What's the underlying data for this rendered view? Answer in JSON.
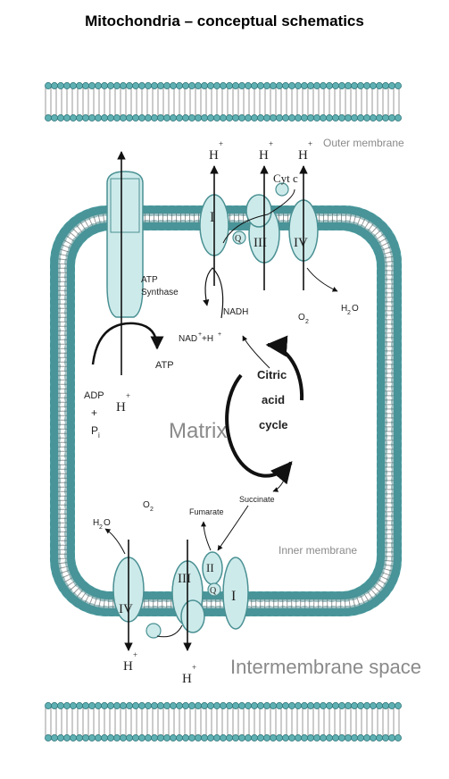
{
  "title": "Mitochondria – conceptual schematics",
  "labels": {
    "outer_membrane": "Outer membrane",
    "inner_membrane": "Inner membrane",
    "matrix": "Matrix",
    "intermembrane_space": "Intermembrane space",
    "atp_synthase_1": "ATP",
    "atp_synthase_2": "Synthase",
    "atp": "ATP",
    "adp": "ADP",
    "plus": "+",
    "pi": "P",
    "pi_sub": "i",
    "nadh": "NADH",
    "nad": "NAD",
    "nad_rest": "+H",
    "cyt_c": "Cyt c",
    "h2o": "H",
    "o2": "O",
    "citric": "Citric",
    "acid": "acid",
    "cycle": "cycle",
    "succinate": "Succinate",
    "fumarate": "Fumarate",
    "h": "H",
    "plus_sup": "+",
    "sub2": "2",
    "o_char": "O",
    "complex_I": "I",
    "complex_II": "II",
    "complex_III": "III",
    "complex_IV": "IV",
    "quinone": "Q"
  },
  "colors": {
    "lipid_head": "#5fb0b3",
    "lipid_head_stroke": "#2c7377",
    "protein": "#cdeaea",
    "protein_stroke": "#4a9093",
    "tail": "#9a9a9a"
  }
}
